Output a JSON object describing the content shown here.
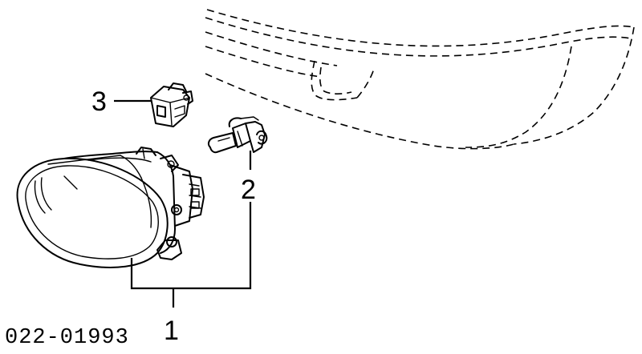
{
  "diagram": {
    "part_number": "022-01993",
    "callouts": [
      {
        "id": "1",
        "label": "1"
      },
      {
        "id": "2",
        "label": "2"
      },
      {
        "id": "3",
        "label": "3"
      }
    ]
  }
}
